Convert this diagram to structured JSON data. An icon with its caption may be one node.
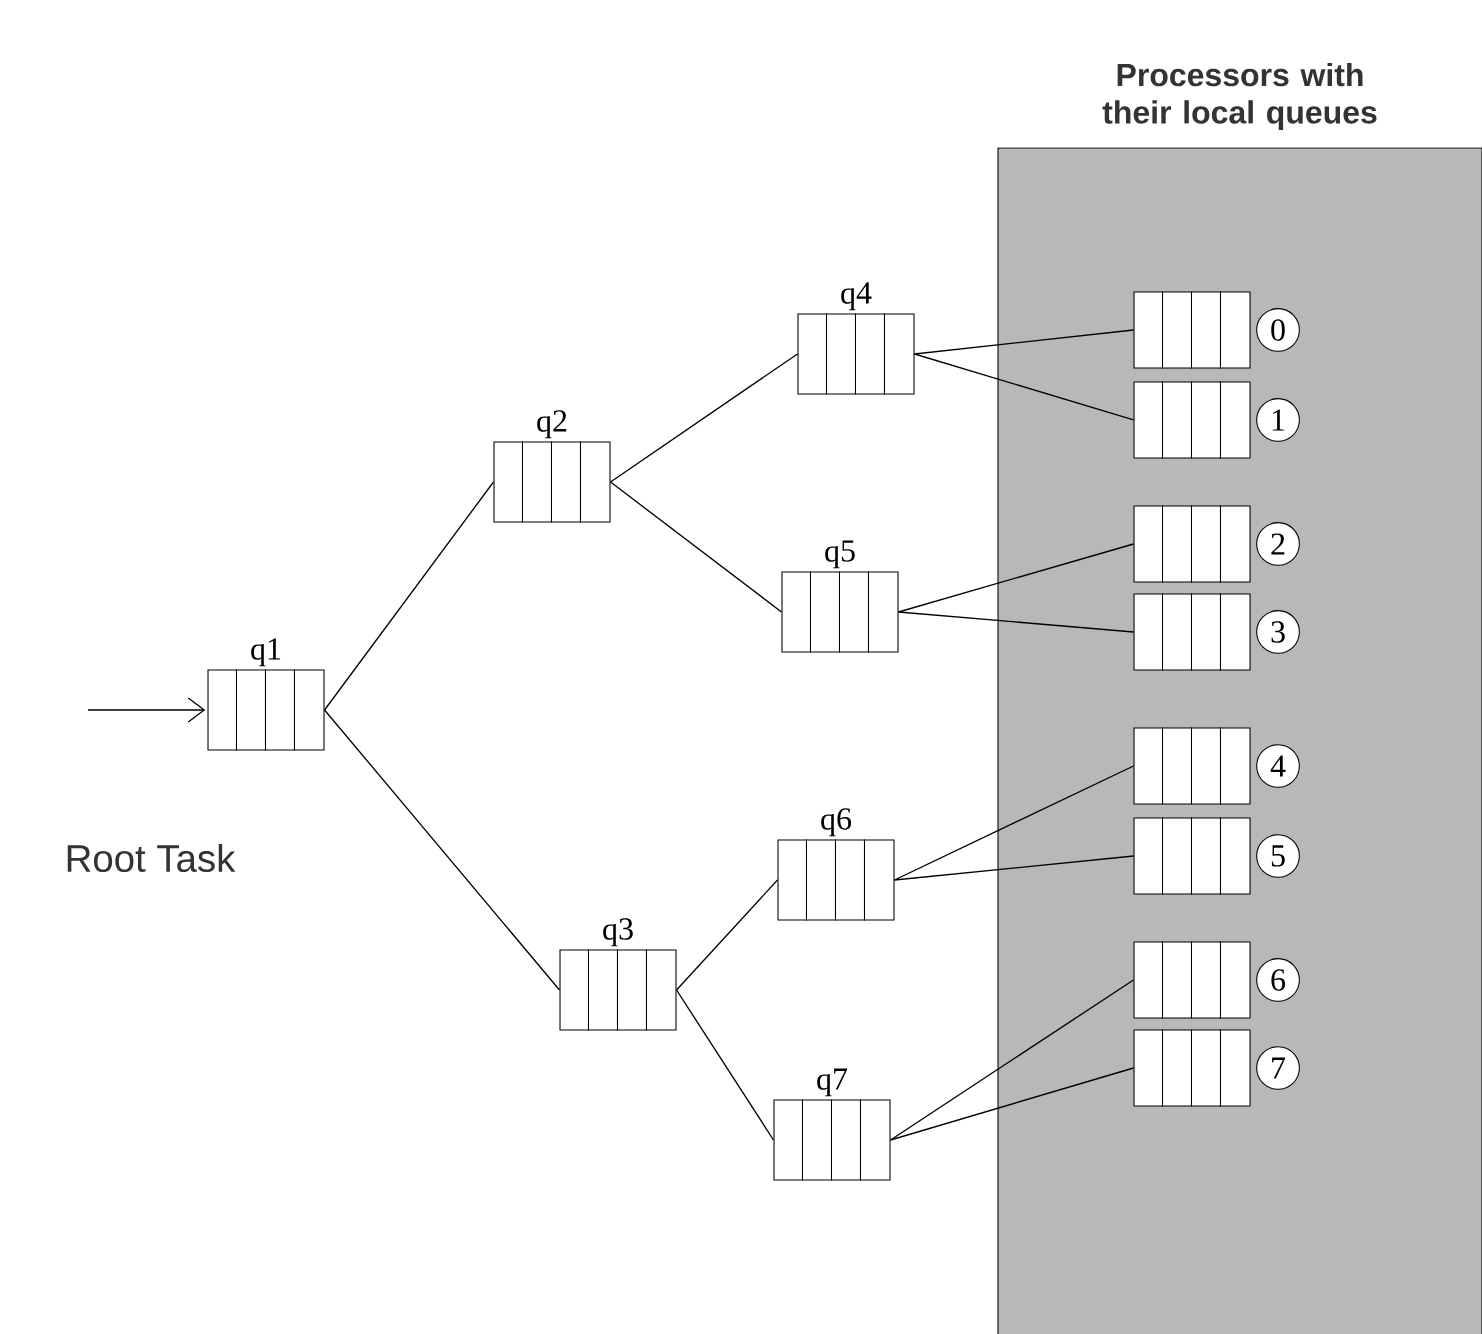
{
  "diagram": {
    "nodes": [
      {
        "text": [
          "Processors with their local queues"
        ]
      },
      {
        "text": [
          "q1"
        ]
      },
      {
        "text": [
          "q2"
        ]
      },
      {
        "text": [
          "q3"
        ]
      },
      {
        "text": [
          "q4"
        ]
      },
      {
        "text": [
          "q5"
        ]
      },
      {
        "text": [
          "q6"
        ]
      },
      {
        "text": [
          "q7"
        ]
      },
      {
        "text": [],
        "shape": "box",
        "in": 0
      },
      {
        "text": [],
        "shape": "box",
        "in": 0
      },
      {
        "text": [],
        "shape": "box",
        "in": 0
      },
      {
        "text": [],
        "shape": "box",
        "in": 0
      },
      {
        "text": [],
        "shape": "box",
        "in": 0
      },
      {
        "text": [],
        "shape": "box",
        "in": 0
      },
      {
        "text": [],
        "shape": "box",
        "in": 0
      },
      {
        "text": [],
        "shape": "box",
        "in": 0
      },
      {
        "text": [
          "0"
        ],
        "in": 0
      },
      {
        "text": [
          "1"
        ],
        "in": 0
      },
      {
        "text": [
          "2"
        ],
        "in": 0
      },
      {
        "text": [
          "3"
        ],
        "in": 0
      },
      {
        "text": [
          "4"
        ],
        "in": 0
      },
      {
        "text": [
          "5"
        ],
        "in": 0
      },
      {
        "text": [
          "6"
        ],
        "in": 0
      },
      {
        "text": [
          "7"
        ],
        "in": 0
      }
    ],
    "edges": [
      {
        "from": null,
        "to": 1,
        "arrow": "to"
      },
      {
        "from": 1,
        "to": 2,
        "arrow": "none"
      },
      {
        "from": 1,
        "to": 3,
        "arrow": "none"
      },
      {
        "from": 2,
        "to": 4,
        "arrow": "none"
      },
      {
        "from": 2,
        "to": 5,
        "arrow": "none"
      },
      {
        "from": 3,
        "to": 6,
        "arrow": "none"
      },
      {
        "from": 3,
        "to": 7,
        "arrow": "none"
      },
      {
        "from": 4,
        "to": 8,
        "arrow": "none"
      },
      {
        "from": 4,
        "to": 9,
        "arrow": "none"
      },
      {
        "from": 5,
        "to": 10,
        "arrow": "none"
      },
      {
        "from": 5,
        "to": 11,
        "arrow": "none"
      },
      {
        "from": 6,
        "to": 12,
        "arrow": "none"
      },
      {
        "from": 6,
        "to": 13,
        "arrow": "none"
      },
      {
        "from": 7,
        "to": 14,
        "arrow": "none"
      },
      {
        "from": 7,
        "to": 15,
        "arrow": "none"
      }
    ],
    "labels": [
      "Root Task"
    ]
  }
}
